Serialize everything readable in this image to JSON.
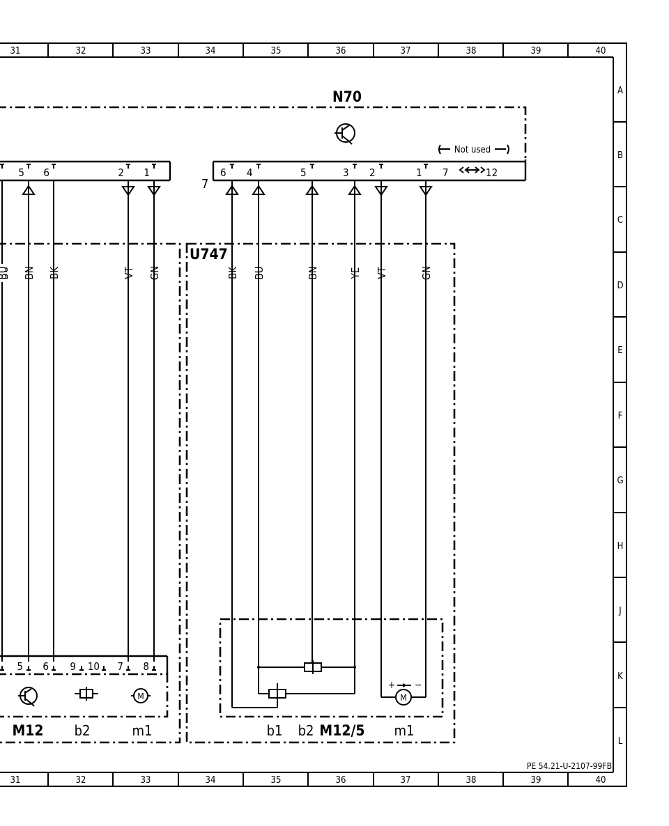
{
  "frame": {
    "columns": [
      "31",
      "32",
      "33",
      "34",
      "35",
      "36",
      "37",
      "38",
      "39",
      "40"
    ],
    "rows": [
      "A",
      "B",
      "C",
      "D",
      "E",
      "F",
      "G",
      "H",
      "J",
      "K",
      "L"
    ],
    "reference": "PE 54.21-U-2107-99FB"
  },
  "components": {
    "n70": {
      "label": "N70",
      "not_used": "Not used",
      "connector_left_pins": [
        "5",
        "6",
        "2",
        "1"
      ],
      "connector_right_pins": [
        "7",
        "6",
        "4",
        "5",
        "3",
        "2",
        "1",
        "7",
        "12"
      ]
    },
    "u747": {
      "label": "U747",
      "module": {
        "label": "M12/5",
        "b1": "b1",
        "b2": "b2",
        "m1": "m1",
        "motor": "M",
        "polarity_plus": "+",
        "polarity_minus": "−"
      }
    },
    "m12": {
      "label": "M12",
      "pins": [
        "5",
        "6",
        "9",
        "10",
        "7",
        "8"
      ],
      "b2": "b2",
      "m1": "m1",
      "motor": "M"
    }
  },
  "wires_left": [
    "BU",
    "BN",
    "BK",
    "VT",
    "GN"
  ],
  "wires_right": [
    "BK",
    "BU",
    "BN",
    "YE",
    "VT",
    "GN"
  ]
}
